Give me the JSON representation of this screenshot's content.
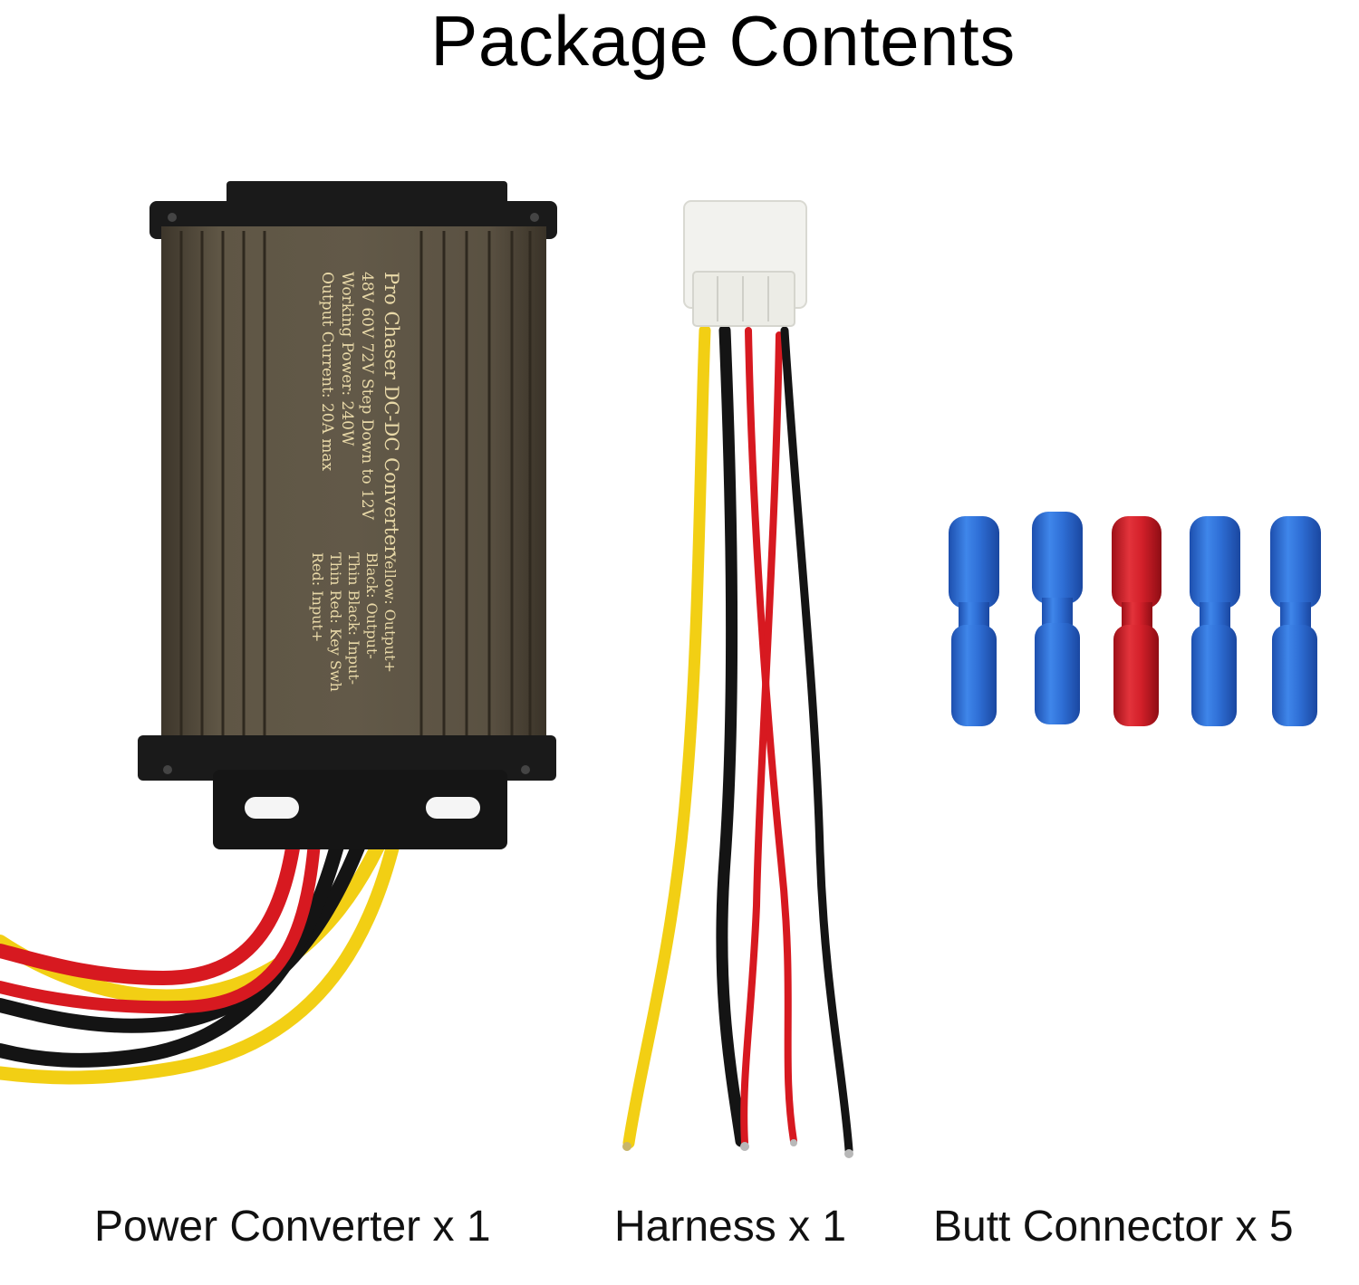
{
  "header": {
    "title": "Package Contents"
  },
  "converter_label": {
    "brand_line": "Pro Chaser DC-DC Converter",
    "voltage_line": "48V 60V 72V Step Down to 12V",
    "power_line": "Working Power: 240W",
    "current_line": "Output Current: 20A max",
    "wire_yellow": "Yellow: Output+",
    "wire_black": "Black: Output-",
    "wire_thin_black": "Thin Black: Input-",
    "wire_thin_red": "Thin Red: Key Swh",
    "wire_red": "Red: Input+"
  },
  "captions": {
    "converter": "Power Converter x 1",
    "harness": "Harness x 1",
    "butt_connector": "Butt Connector x 5"
  },
  "colors": {
    "converter_body": "#5a5142",
    "end_cap": "#1a1a1a",
    "wire_yellow": "#f2cf14",
    "wire_red": "#d71920",
    "wire_black": "#141414",
    "connector_blue": "#2f6fd6",
    "connector_red": "#d4202a",
    "plug_white": "#f2f2ee"
  }
}
